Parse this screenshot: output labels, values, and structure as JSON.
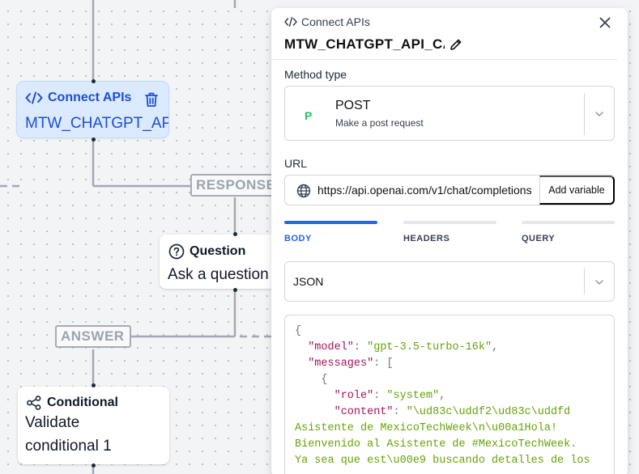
{
  "canvas": {
    "nodes": {
      "connect_apis": {
        "label": "Connect APIs",
        "body": "MTW_CHATGPT_API_CALL"
      },
      "question": {
        "label": "Question",
        "body": "Ask a question"
      },
      "conditional": {
        "label": "Conditional",
        "body_line1": "Validate",
        "body_line2": "conditional 1"
      }
    },
    "tags": {
      "response": "RESPONSE",
      "answer": "ANSWER"
    }
  },
  "panel": {
    "header": "Connect APIs",
    "title": "MTW_CHATGPT_API_CALL",
    "method_label": "Method type",
    "method": {
      "badge": "P",
      "name": "POST",
      "description": "Make a post request",
      "badge_color": "#22c55e"
    },
    "url_label": "URL",
    "url_value": "https://api.openai.com/v1/chat/completions",
    "add_variable": "Add variable",
    "tabs": [
      {
        "label": "BODY",
        "active": true
      },
      {
        "label": "HEADERS",
        "active": false
      },
      {
        "label": "QUERY",
        "active": false
      }
    ],
    "body_format": "JSON",
    "code": {
      "line1": "{",
      "model_key": "\"model\"",
      "model_val": "\"gpt-3.5-turbo-16k\"",
      "messages_key": "\"messages\"",
      "open_bracket": "[",
      "open_brace": "{",
      "role_key": "\"role\"",
      "role_val": "\"system\"",
      "content_key": "\"content\"",
      "content_val1": "\"\\ud83c\\uddf2\\ud83c\\uddfd",
      "content_val2": "Asistente de MexicoTechWeek\\n\\u00a1Hola!",
      "content_val3": "Bienvenido al Asistente de #MexicoTechWeek.",
      "content_val4": "Ya sea que est\\u00e9 buscando detalles de los"
    }
  },
  "colors": {
    "accent": "#2563eb",
    "selected_node_bg": "#dbeafe",
    "selected_node_text": "#1d4ed8",
    "json_key": "#a1155c",
    "json_string": "#65a30d"
  }
}
